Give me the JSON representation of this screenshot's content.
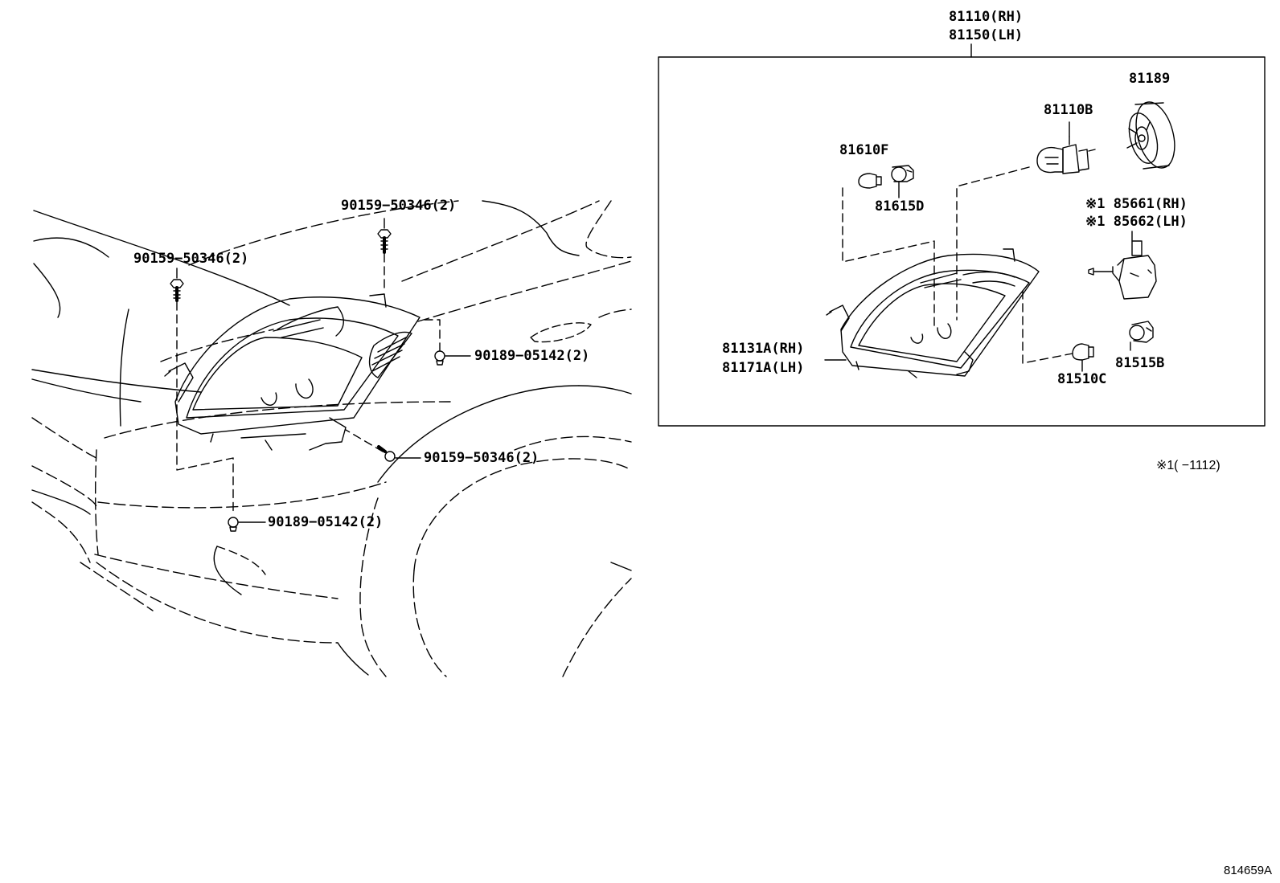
{
  "diagram_id": "814659A",
  "footnote": {
    "prefix": "※1",
    "text": "(      −1112)"
  },
  "callouts": {
    "assembly_rh": "81110(RH)",
    "assembly_lh": "81150(LH)",
    "bulb_81189": "81189",
    "bulb_81110b": "81110B",
    "bulb_81610f": "81610F",
    "socket_81615d": "81615D",
    "actuator_rh": "※1 85661(RH)",
    "actuator_lh": "※1 85662(LH)",
    "unit_rh": "81131A(RH)",
    "unit_lh": "81171A(LH)",
    "socket_81515b": "81515B",
    "bulb_81510c": "81510C",
    "bolt_top": "90159−50346(2)",
    "bolt_left": "90159−50346(2)",
    "nut_right": "90189−05142(2)",
    "bolt_lower": "90159−50346(2)",
    "nut_bottom": "90189−05142(2)"
  }
}
